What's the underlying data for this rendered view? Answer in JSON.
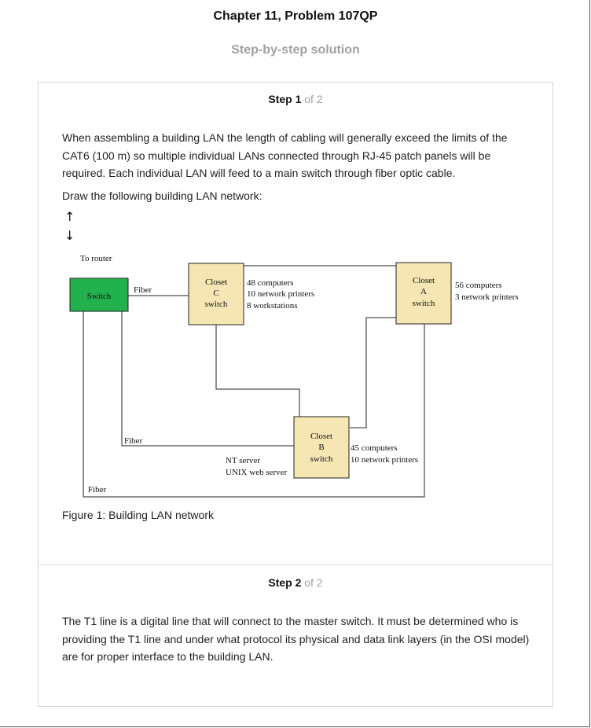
{
  "header": {
    "title": "Chapter 11, Problem 107QP",
    "subtitle": "Step-by-step solution"
  },
  "step1": {
    "label": "Step 1",
    "of": "of 2",
    "paragraph": "When assembling a building LAN the length of cabling will generally exceed the limits of the CAT6 (100 m) so multiple individual LANs connected through RJ-45 patch panels will be required. Each individual LAN will feed to a main switch through fiber optic cable.",
    "instruction": "Draw the following building LAN network:",
    "caption": "Figure 1: Building LAN network"
  },
  "diagram": {
    "to_router": "To router",
    "switch_label": "Switch",
    "fiber_top": "Fiber",
    "fiber_mid": "Fiber",
    "fiber_bottom": "Fiber",
    "closet_c": [
      "Closet",
      "C",
      "switch"
    ],
    "closet_c_desc": [
      "48 computers",
      "10 network printers",
      "8 workstations"
    ],
    "closet_a": [
      "Closet",
      "A",
      "switch"
    ],
    "closet_a_desc": [
      "56 computers",
      "3 network printers"
    ],
    "closet_b": [
      "Closet",
      "B",
      "switch"
    ],
    "closet_b_desc": [
      "45 computers",
      "10 network printers"
    ],
    "servers": [
      "NT server",
      "UNIX web server"
    ],
    "colors": {
      "switch_fill": "#22b14c",
      "closet_fill": "#f5e6b4"
    }
  },
  "step2": {
    "label": "Step 2",
    "of": "of 2",
    "paragraph": "The T1 line is a digital line that will connect to the master switch. It must be determined who is providing the T1 line and under what protocol its physical and data link layers (in the OSI model) are for proper interface to the building LAN."
  }
}
